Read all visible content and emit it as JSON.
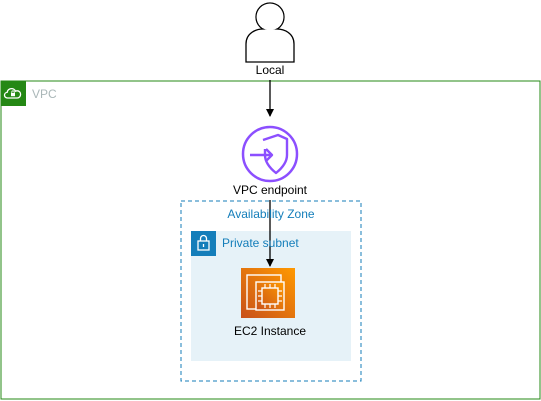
{
  "diagram": {
    "user": {
      "label": "Local"
    },
    "vpc": {
      "label": "VPC",
      "border_color": "#248814",
      "label_color": "#aab7b8",
      "icon": "cloud-lock-icon"
    },
    "vpc_endpoint": {
      "label": "VPC endpoint",
      "icon_color": "#8c4fff",
      "icon": "vpc-endpoint-icon"
    },
    "availability_zone": {
      "label": "Availability Zone",
      "border_color": "#147eba",
      "label_color": "#147eba"
    },
    "private_subnet": {
      "label": "Private subnet",
      "fill_color": "#e6f2f8",
      "label_color": "#147eba",
      "icon": "padlock-icon",
      "icon_color": "#147eba"
    },
    "ec2_instance": {
      "label": "EC2 Instance",
      "icon": "ec2-instance-icon",
      "gradient_start": "#c8511b",
      "gradient_end": "#ff9900"
    },
    "connections": [
      {
        "from": "Local",
        "to": "VPC endpoint"
      },
      {
        "from": "VPC endpoint",
        "to": "EC2 Instance"
      }
    ]
  }
}
